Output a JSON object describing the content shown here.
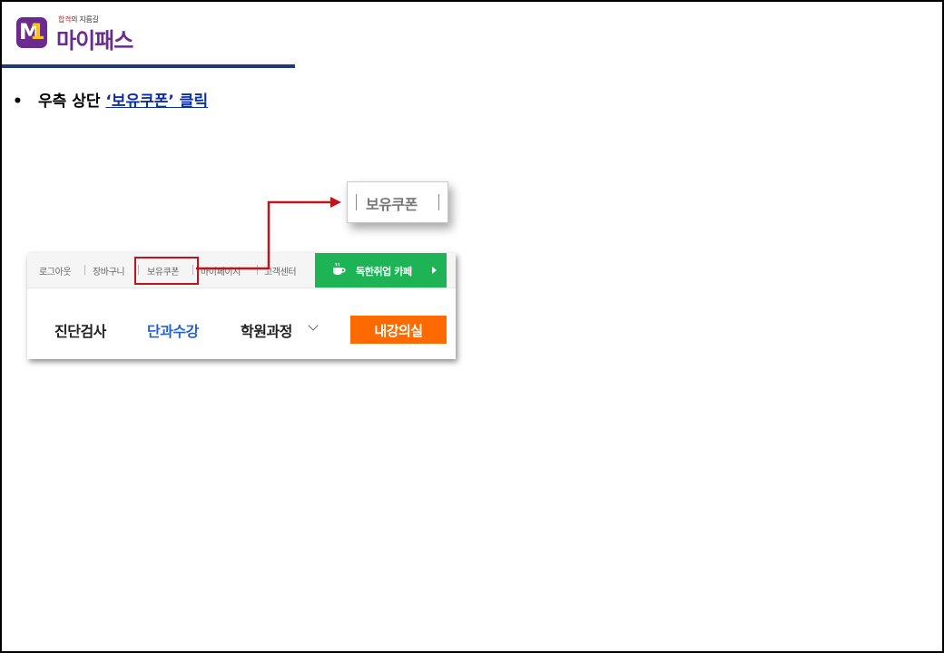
{
  "logo": {
    "tag_highlight": "합격",
    "tag_rest": "의 지름길",
    "name": "마이패스",
    "brand_color": "#6a2a8f",
    "accent_color": "#f6c31a"
  },
  "instruction": {
    "bullet": "•",
    "prefix": "우측 상단 ",
    "link_text": "‘보유쿠폰’ 클릭"
  },
  "callout": {
    "label": "보유쿠폰"
  },
  "site": {
    "topbar_links": [
      "로그아웃",
      "장바구니",
      "보유쿠폰",
      "마이페이지",
      "고객센터"
    ],
    "cafe_button": "독한취업 카페",
    "cafe_color": "#1eb456",
    "nav": [
      "진단검사",
      "단과수강",
      "학원과정"
    ],
    "nav_active_index": 1,
    "nav_active_color": "#2762d3",
    "lecture_button": "내강의실",
    "lecture_color": "#ff6a00"
  },
  "annotation": {
    "highlight_color": "#c0141c"
  }
}
